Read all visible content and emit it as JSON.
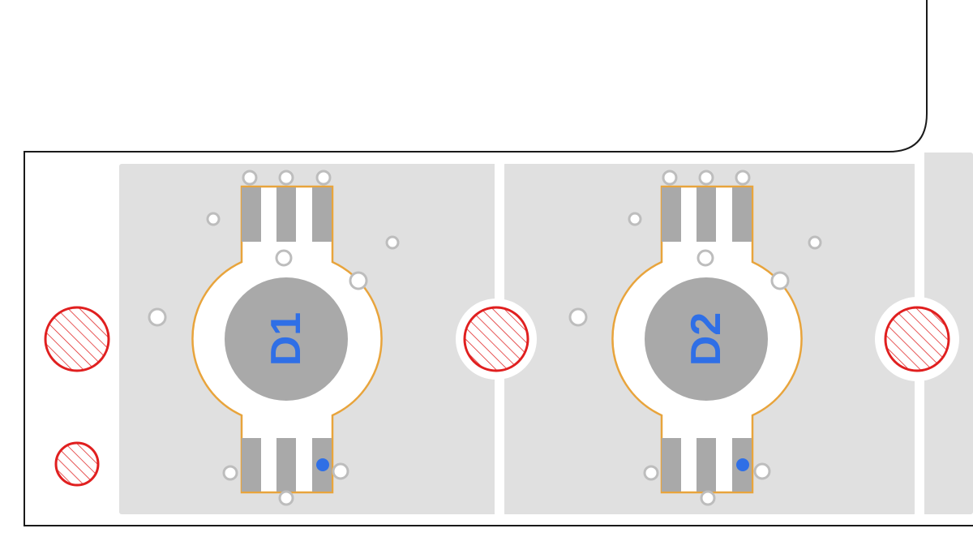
{
  "colors": {
    "background": "#ffffff",
    "outline": "#1a1a1a",
    "copper_pour": "#e0e0e0",
    "pad": "#a9a9a9",
    "pad_outline": "#e8a43c",
    "via": "#bdbdbd",
    "mounting_hole": "#e01f1f",
    "designator": "#2f6fe6",
    "pin1_marker": "#2f6fe6"
  },
  "components": [
    {
      "designator": "D1",
      "icon": "led-footprint-icon"
    },
    {
      "designator": "D2",
      "icon": "led-footprint-icon"
    }
  ],
  "mounting_holes": {
    "count": 4,
    "icon": "hatched-drill-hole-icon"
  },
  "vias": {
    "icon": "via-ring-icon"
  }
}
